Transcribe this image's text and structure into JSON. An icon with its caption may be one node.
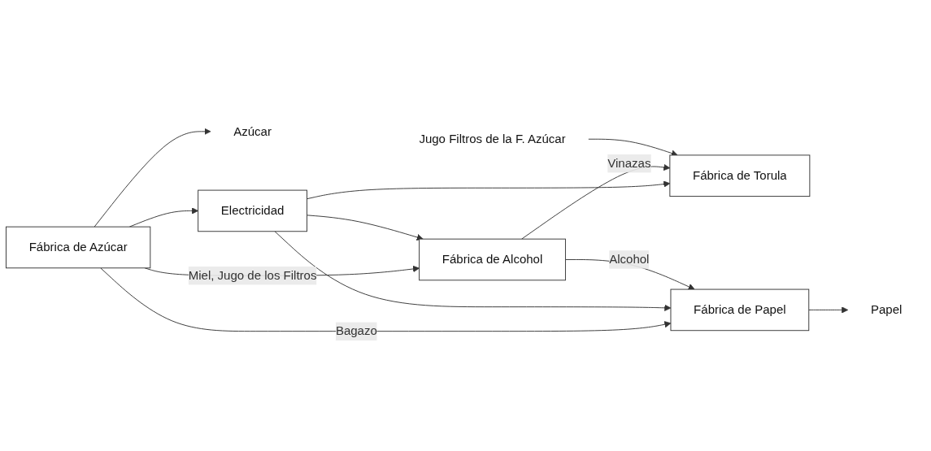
{
  "diagram": {
    "nodes": [
      {
        "text": [
          "Fábrica de Azúcar"
        ]
      },
      {
        "text": [
          "Azúcar"
        ]
      },
      {
        "text": [
          "Fábrica de Alcohol"
        ]
      },
      {
        "text": [
          "Electricidad"
        ]
      },
      {
        "text": [
          "Fábrica de Torula"
        ]
      },
      {
        "text": [
          "Jugo Filtros de la F. Azúcar"
        ]
      },
      {
        "text": [
          "Fábrica de Papel"
        ]
      },
      {
        "text": [
          "Papel"
        ]
      }
    ],
    "edges": [
      {
        "from": 0,
        "to": 1,
        "arrow": "to"
      },
      {
        "from": 0,
        "to": 2,
        "arrow": "to",
        "label": "Miel, Jugo de los Filtros"
      },
      {
        "from": 0,
        "to": 6,
        "arrow": "to",
        "label": "Bagazo"
      },
      {
        "from": 0,
        "to": 3,
        "arrow": "to"
      },
      {
        "from": 3,
        "to": 2,
        "arrow": "to"
      },
      {
        "from": 3,
        "to": 4,
        "arrow": "to"
      },
      {
        "from": 3,
        "to": 6,
        "arrow": "to"
      },
      {
        "from": 2,
        "to": 4,
        "arrow": "to",
        "label": "Vinazas"
      },
      {
        "from": 5,
        "to": 4,
        "arrow": "to"
      },
      {
        "from": 2,
        "to": 6,
        "arrow": "to",
        "label": "Alcohol"
      },
      {
        "from": 6,
        "to": 7,
        "arrow": "to"
      }
    ]
  }
}
